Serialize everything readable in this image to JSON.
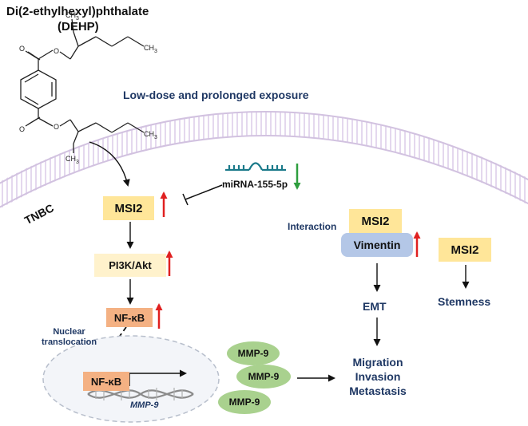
{
  "compound": {
    "name": "Di(2-ethylhexyl)phthalate",
    "abbr": "(DEHP)",
    "atoms": {
      "o": "O",
      "ch3": "CH",
      "sub3": "3"
    }
  },
  "exposure_label": "Low-dose and prolonged exposure",
  "membrane_label": "TNBC",
  "mirna_label": "miRNA-155-5p",
  "left_pathway": {
    "msi2": "MSI2",
    "pi3k": "PI3K/Akt",
    "nfkb": "NF-κB",
    "nuclear_translocation_line1": "Nuclear",
    "nuclear_translocation_line2": "translocation"
  },
  "nucleus": {
    "nfkb": "NF-κB",
    "gene": "MMP-9"
  },
  "mmp_proteins": [
    "MMP-9",
    "MMP-9",
    "MMP-9"
  ],
  "outcome": [
    "Migration",
    "Invasion",
    "Metastasis"
  ],
  "right_pathway": {
    "interaction_label": "Interaction",
    "msi2_a": "MSI2",
    "vimentin": "Vimentin",
    "emt": "EMT",
    "msi2_b": "MSI2",
    "stemness": "Stemness"
  },
  "colors": {
    "msi2_fill": "#ffe699",
    "pi3k_fill": "#fff2cc",
    "nfkb_fill": "#f4b183",
    "vimentin_fill": "#b4c7e7",
    "mmp_fill": "#a9d18e",
    "up_arrow": "#e02020",
    "down_arrow": "#2e9e3e",
    "label_navy": "#1f3864",
    "rna_teal": "#1b7a8a",
    "membrane": "#d9cce8"
  },
  "icons": {
    "up_regulation": "red-up-arrow-icon",
    "down_regulation": "green-down-arrow-icon",
    "inhibition": "t-bar-inhibition-icon",
    "dna": "dna-helix-icon",
    "mirna": "mirna-hairpin-icon"
  }
}
